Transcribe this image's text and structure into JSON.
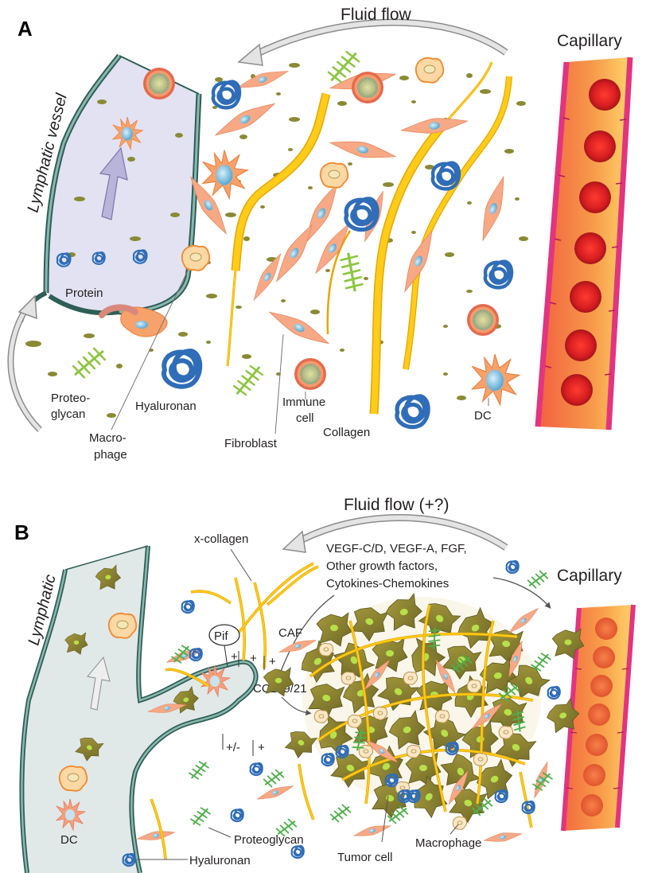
{
  "panel_a": {
    "letter": "A",
    "fluid_flow": "Fluid flow",
    "capillary": "Capillary",
    "lymphatic_vessel": "Lymphatic vessel",
    "labels": {
      "protein": "Protein",
      "proteoglycan_1": "Proteo-",
      "proteoglycan_2": "glycan",
      "hyaluronan": "Hyaluronan",
      "macrophage_1": "Macro-",
      "macrophage_2": "phage",
      "fibroblast": "Fibroblast",
      "immune_1": "Immune",
      "immune_2": "cell",
      "collagen": "Collagen",
      "dc": "DC"
    }
  },
  "panel_b": {
    "letter": "B",
    "fluid_flow": "Fluid flow (+?)",
    "capillary": "Capillary",
    "lymphatic": "Lymphatic",
    "factors": [
      "VEGF-C/D, VEGF-A, FGF,",
      "Other growth factors,",
      "Cytokines-Chemokines"
    ],
    "labels": {
      "x_collagen": "x-collagen",
      "pif": "Pif",
      "caf": "CAF",
      "ccl": "CCL19/21",
      "plus": "+",
      "plus_minus": "+/-",
      "dc": "DC",
      "proteoglycan": "Proteoglycan",
      "hyaluronan": "Hyaluronan",
      "tumor_cell": "Tumor cell",
      "macrophage": "Macrophage"
    }
  },
  "colors": {
    "lymph_a": "#e2e2f2",
    "lymph_b": "#e1e8e8",
    "lymph_wall": "#3e7a6a",
    "capillary_a": "#f47b3a",
    "capillary_b": "#ffd66a",
    "capillary_wall": "#e2347f",
    "rbc": "#e8232a",
    "fibroblast": "#f7a986",
    "nucleus": "#8ec9e3",
    "collagen": "#ffcc1a",
    "hyaluronan": "#2f6db8",
    "proteoglycan": "#8cc63f",
    "tumor": "#8a8131",
    "dots": "#8a8a35"
  }
}
